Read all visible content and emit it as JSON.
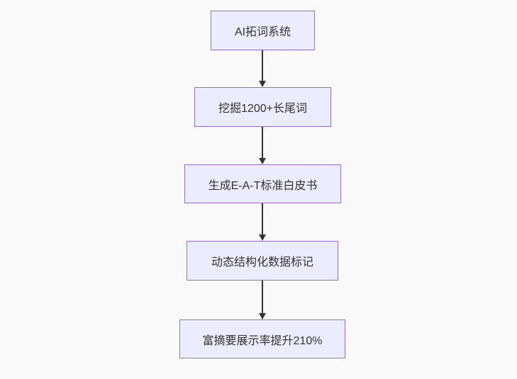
{
  "diagram": {
    "type": "flowchart",
    "direction": "top-down",
    "nodes": [
      {
        "id": "n1",
        "label": "AI拓词系统"
      },
      {
        "id": "n2",
        "label": "挖掘1200+长尾词"
      },
      {
        "id": "n3",
        "label": "生成E-A-T标准白皮书"
      },
      {
        "id": "n4",
        "label": "动态结构化数据标记"
      },
      {
        "id": "n5",
        "label": "富摘要展示率提升210%"
      }
    ],
    "edges": [
      {
        "from": "n1",
        "to": "n2"
      },
      {
        "from": "n2",
        "to": "n3"
      },
      {
        "from": "n3",
        "to": "n4"
      },
      {
        "from": "n4",
        "to": "n5"
      }
    ],
    "colors": {
      "background": "#f9f9f9",
      "node_fill": "#ececff",
      "node_border": "#9370db",
      "text": "#333333",
      "arrow": "#333333"
    }
  }
}
